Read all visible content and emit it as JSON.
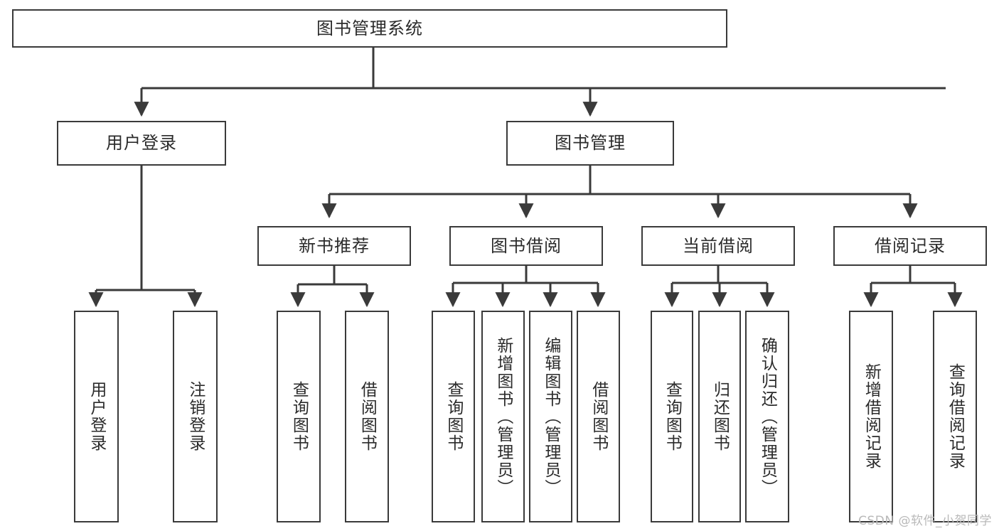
{
  "diagram": {
    "kind": "tree-hierarchy-chart",
    "title": "图书管理系统",
    "stroke_color": "#3a3a3a",
    "text_color": "#2b2b2b",
    "background_color": "#ffffff",
    "watermark": "CSDN @软件_小贺同学"
  },
  "nodes": {
    "root": {
      "label": "图书管理系统"
    },
    "level1": [
      {
        "label": "用户登录"
      },
      {
        "label": "图书管理"
      }
    ],
    "level2": [
      {
        "label": "新书推荐"
      },
      {
        "label": "图书借阅"
      },
      {
        "label": "当前借阅"
      },
      {
        "label": "借阅记录"
      }
    ],
    "leaves": {
      "user_login": [
        {
          "label": "用户登录"
        },
        {
          "label": "注销登录"
        }
      ],
      "new_book_recommend": [
        {
          "label": "查询图书"
        },
        {
          "label": "借阅图书"
        }
      ],
      "book_borrow": [
        {
          "label": "查询图书"
        },
        {
          "label": "新增图书（管理员）"
        },
        {
          "label": "编辑图书（管理员）"
        },
        {
          "label": "借阅图书"
        }
      ],
      "current_borrow": [
        {
          "label": "查询图书"
        },
        {
          "label": "归还图书"
        },
        {
          "label": "确认归还（管理员）"
        }
      ],
      "borrow_record": [
        {
          "label": "新增借阅记录"
        },
        {
          "label": "查询借阅记录"
        }
      ]
    }
  }
}
